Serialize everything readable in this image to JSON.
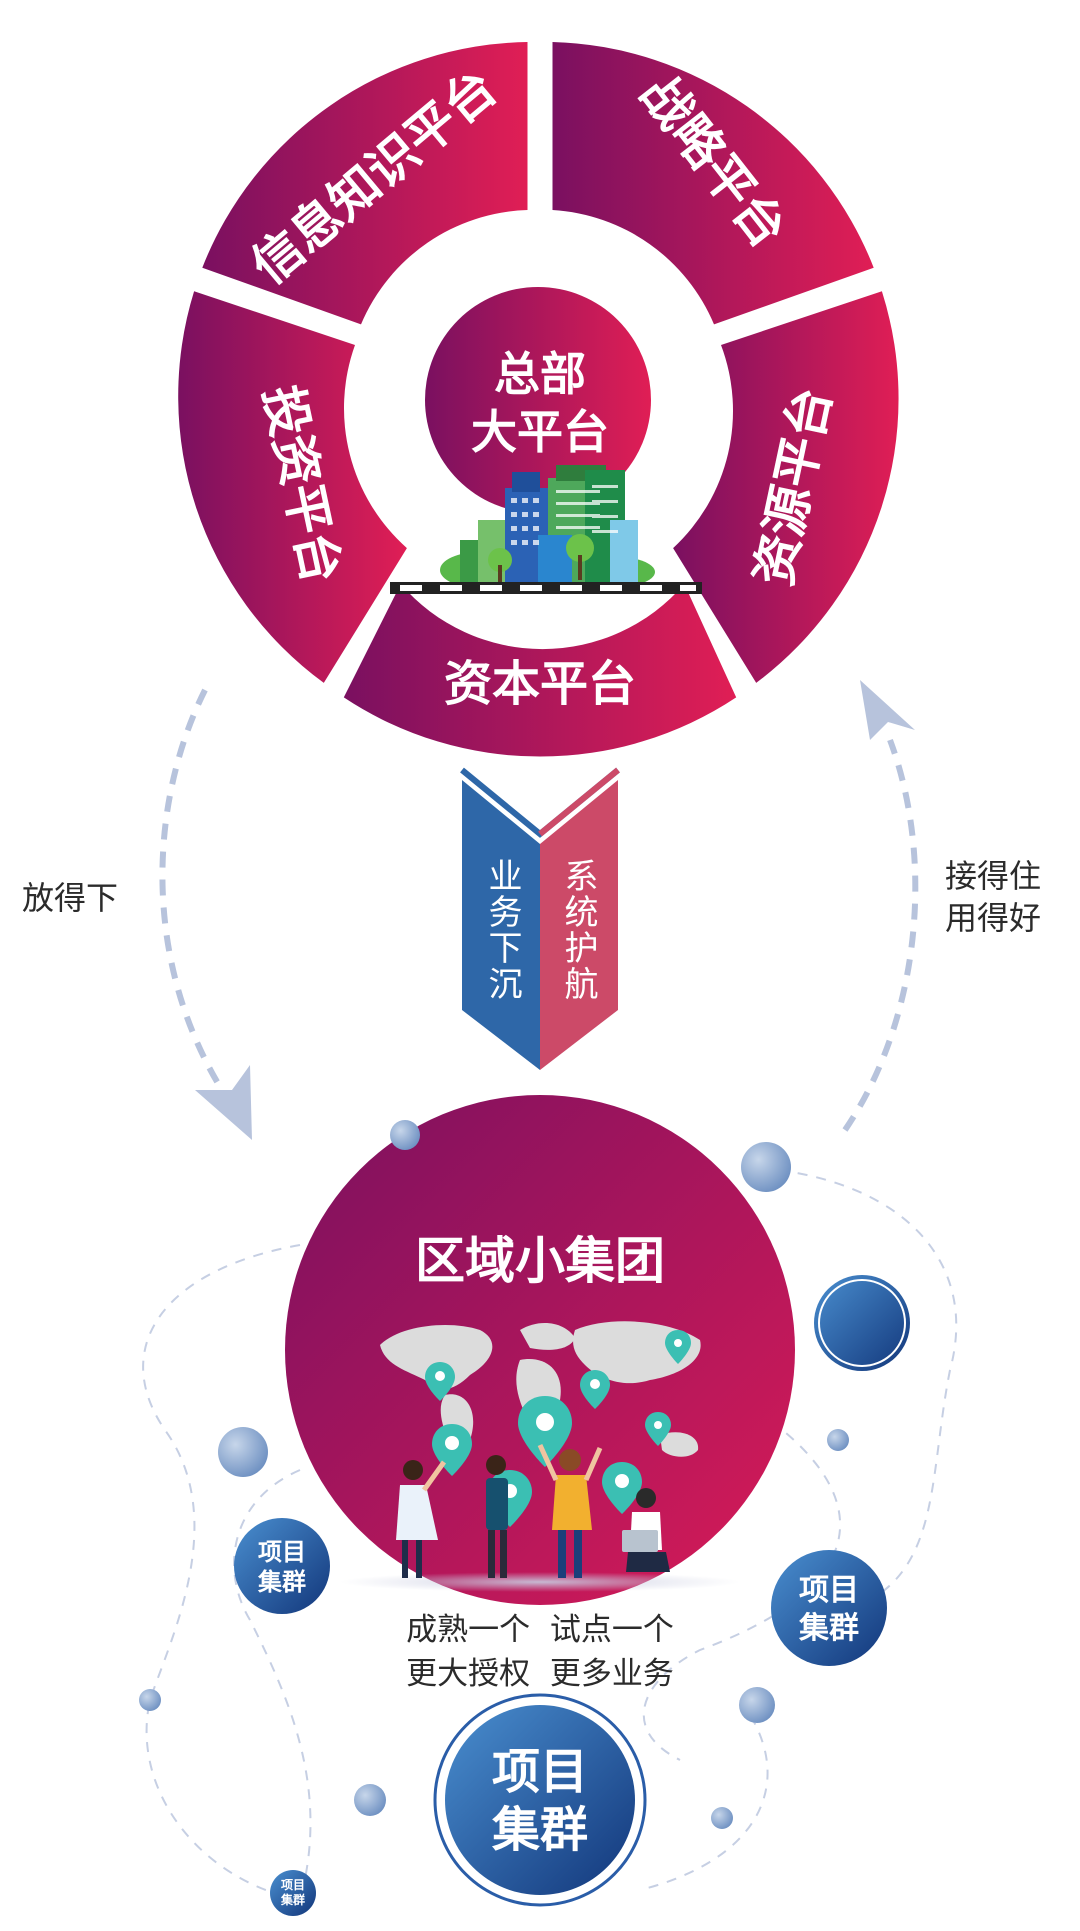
{
  "hq": {
    "center_label_line1": "总部",
    "center_label_line2": "大平台",
    "segments": {
      "info": "信息知识平台",
      "strategy": "战略平台",
      "resource": "资源平台",
      "capital": "资本平台",
      "invest": "投资平台"
    }
  },
  "arrow": {
    "left_text": "业务下沉",
    "right_text": "系统护航",
    "left_color": "#2e67a8",
    "right_color": "#cc4a68"
  },
  "flows": {
    "left_label": "放得下",
    "right_label_line1": "接得住",
    "right_label_line2": "用得好"
  },
  "region": {
    "title": "区域小集团",
    "caption_line1": "成熟一个  试点一个",
    "caption_line2": "更大授权  更多业务"
  },
  "clusters": {
    "label_line1": "项目",
    "label_line2": "集群"
  },
  "colors": {
    "magenta_dark": "#7a1060",
    "magenta_light": "#e01e55",
    "blue_dark": "#14397a",
    "blue_light": "#4a8fd0",
    "dash": "#b7c3dc"
  }
}
